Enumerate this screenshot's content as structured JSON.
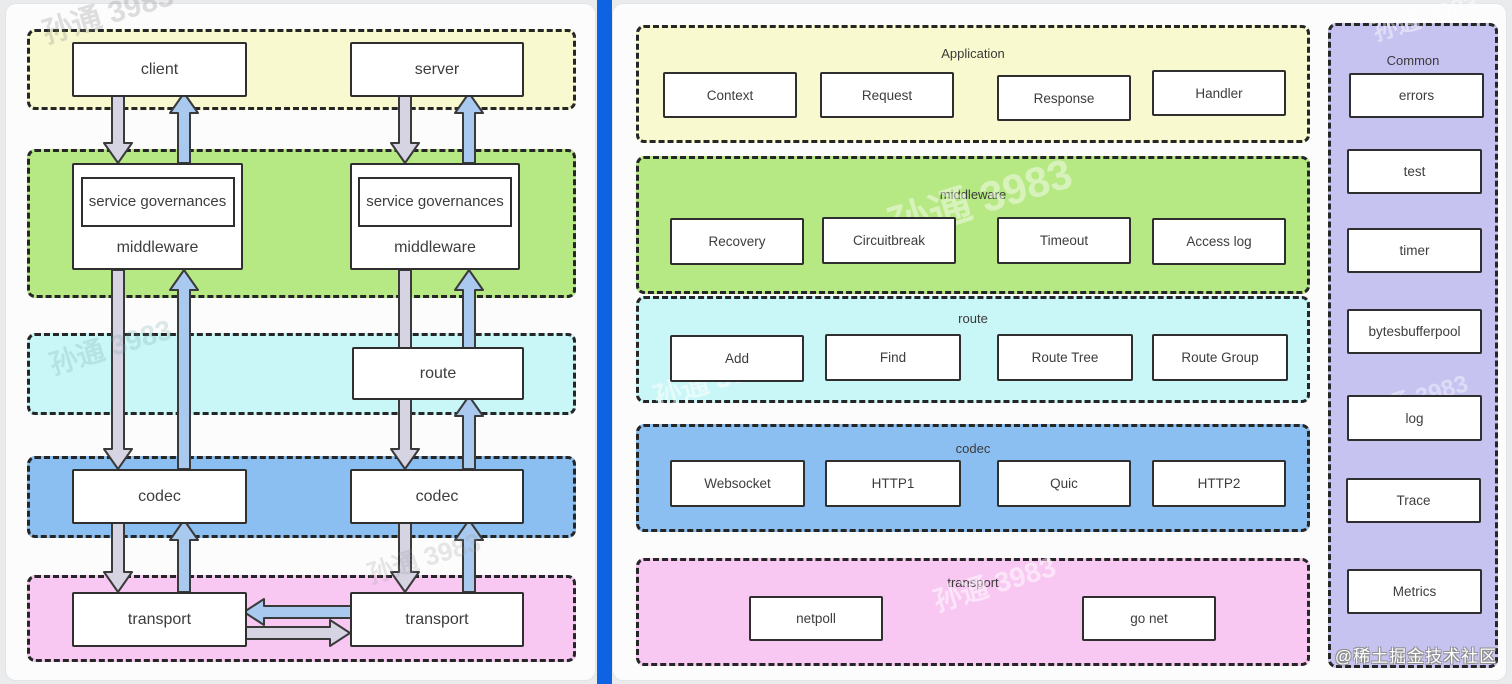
{
  "watermark": {
    "text": "孙通 3983",
    "credit": "@稀土掘金技术社区"
  },
  "colors": {
    "divider_blue": "#0e63e2",
    "band_yellow": "#f8f9ce",
    "band_green": "#b6e984",
    "band_cyan": "#c9f6f7",
    "band_blue": "#8cbff1",
    "band_pink": "#f8c8f2",
    "band_purple": "#c7c3f1",
    "arrow_down_fill": "#d6d3e3",
    "arrow_up_fill": "#a9c9ee",
    "arrow_stroke": "#3a3a3a"
  },
  "left_diagram": {
    "client": "client",
    "server": "server",
    "service_governances": "service governances",
    "middleware": "middleware",
    "route": "route",
    "codec": "codec",
    "transport": "transport"
  },
  "right_diagram": {
    "bands": [
      {
        "title": "Application",
        "boxes": [
          "Context",
          "Request",
          "Response",
          "Handler"
        ]
      },
      {
        "title": "middleware",
        "boxes": [
          "Recovery",
          "Circuitbreak",
          "Timeout",
          "Access log"
        ]
      },
      {
        "title": "route",
        "boxes": [
          "Add",
          "Find",
          "Route Tree",
          "Route Group"
        ]
      },
      {
        "title": "codec",
        "boxes": [
          "Websocket",
          "HTTP1",
          "Quic",
          "HTTP2"
        ]
      },
      {
        "title": "transport",
        "boxes": [
          "netpoll",
          "go net"
        ]
      }
    ],
    "common": {
      "title": "Common",
      "boxes": [
        "errors",
        "test",
        "timer",
        "bytesbufferpool",
        "log",
        "Trace",
        "Metrics"
      ]
    }
  }
}
